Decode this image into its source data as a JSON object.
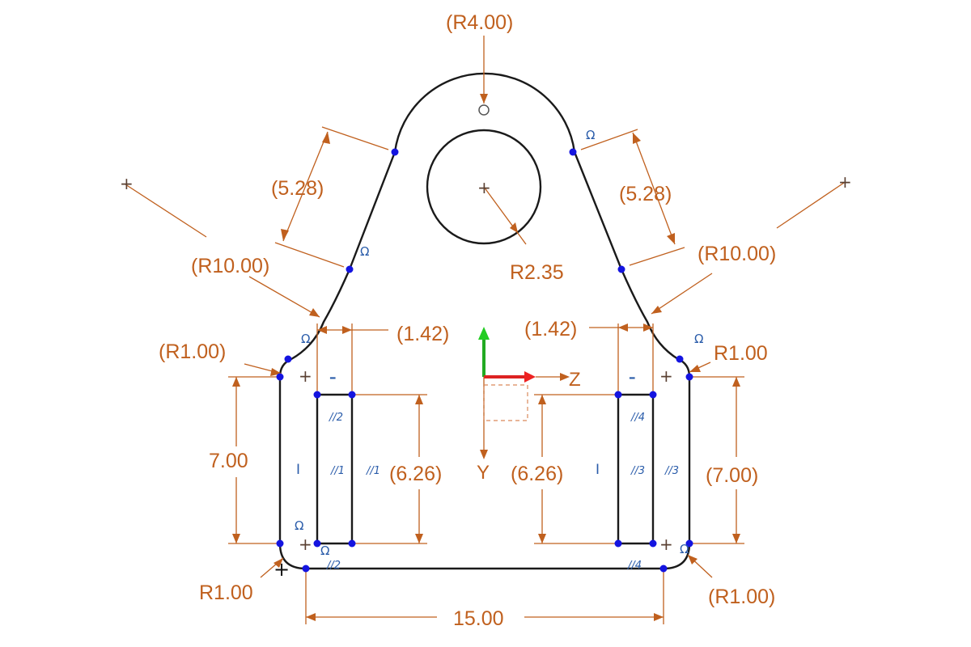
{
  "dimensions": {
    "top_radius": "(R4.00)",
    "hole_radius": "R2.35",
    "tangent_left_length": "(5.28)",
    "tangent_right_length": "(5.28)",
    "fillet_left_radius": "(R10.00)",
    "fillet_right_radius": "(R10.00)",
    "offset_left": "(1.42)",
    "offset_right": "(1.42)",
    "corner_top_left": "(R1.00)",
    "corner_top_right": "R1.00",
    "corner_bottom_left": "R1.00",
    "corner_bottom_right": "(R1.00)",
    "height_left": "7.00",
    "height_right": "(7.00)",
    "slot_left_height": "(6.26)",
    "slot_right_height": "(6.26)",
    "bottom_width": "15.00"
  },
  "axes": {
    "horizontal_label": "Z",
    "vertical_label": "Y"
  },
  "constraints": {
    "parallel_1": "//1",
    "parallel_2": "//2",
    "parallel_3": "//3",
    "parallel_4": "//4",
    "horizontal": "–",
    "vertical": "I",
    "tangent": "Ω"
  }
}
